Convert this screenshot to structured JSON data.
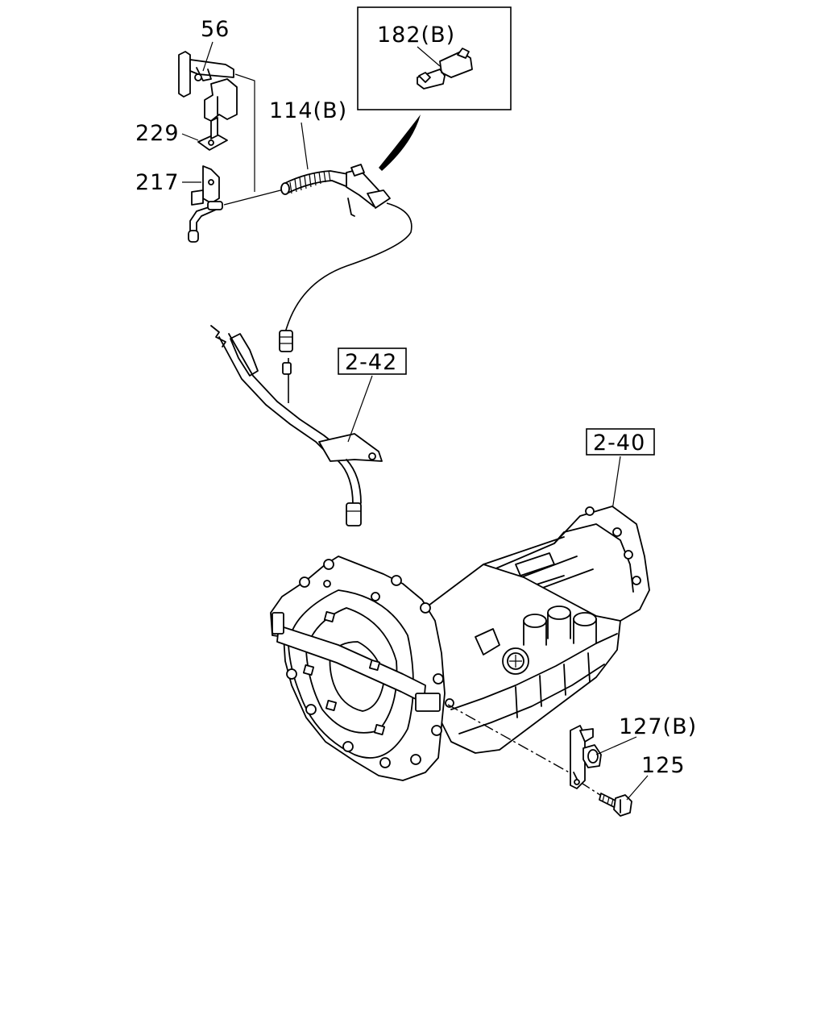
{
  "callouts": {
    "p56": "56",
    "p229": "229",
    "p217": "217",
    "p114b": "114(B)",
    "p182b": "182(B)",
    "ref242": "2-42",
    "ref240": "2-40",
    "p127b": "127(B)",
    "p125": "125"
  }
}
